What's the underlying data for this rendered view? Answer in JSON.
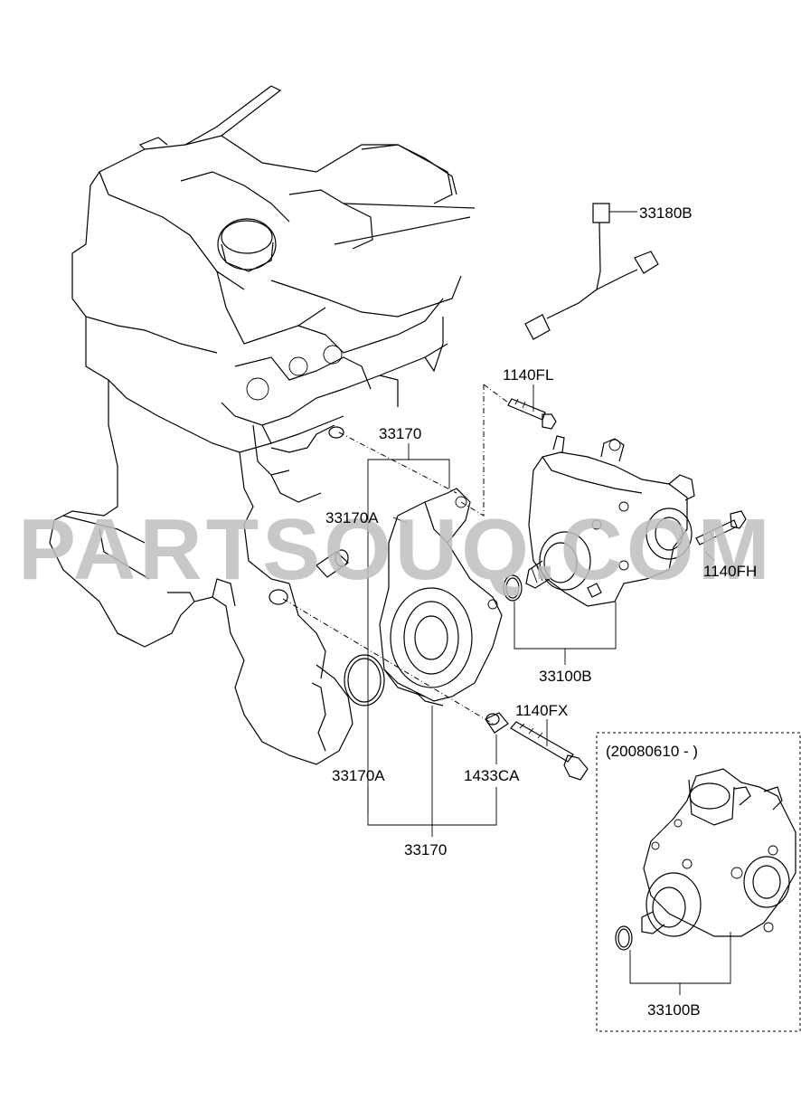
{
  "watermark": "PARTSOUQ.COM",
  "labels": {
    "l33180B": "33180B",
    "l1140FL": "1140FL",
    "l33170_top": "33170",
    "l33170A_top": "33170A",
    "l1140FH": "1140FH",
    "l33100B_main": "33100B",
    "l1140FX": "1140FX",
    "l33170A_bottom": "33170A",
    "l1433CA": "1433CA",
    "l33170_bottom": "33170",
    "inset_date": "(20080610 - )",
    "l33100B_inset": "33100B"
  }
}
